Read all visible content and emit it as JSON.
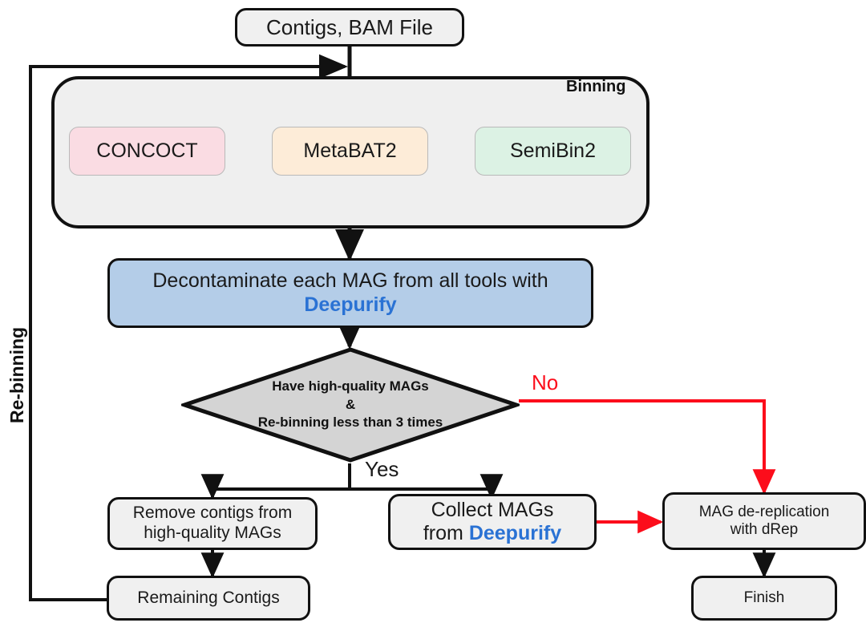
{
  "diagram": {
    "title": "Re-binning pipeline flowchart",
    "colors": {
      "node_fill": "#f0f0f0",
      "node_stroke": "#111111",
      "group_fill": "#efefef",
      "concoct_fill": "#fadce3",
      "metabat_fill": "#fdecd8",
      "semibin_fill": "#dcf2e4",
      "decontaminate_fill": "#b4cde8",
      "decision_fill": "#d4d4d4",
      "accent_blue": "#2a72d4",
      "accent_red": "#fc0d1b"
    },
    "nodes": {
      "input": {
        "label": "Contigs, BAM File"
      },
      "binning_group": {
        "label": "Binning"
      },
      "concoct": {
        "label": "CONCOCT"
      },
      "metabat2": {
        "label": "MetaBAT2"
      },
      "semibin2": {
        "label": "SemiBin2"
      },
      "decontaminate": {
        "line1": "Decontaminate each MAG from all tools with",
        "line2": "Deepurify"
      },
      "decision": {
        "line1": "Have high-quality MAGs",
        "line2": "&",
        "line3": "Re-binning less than 3 times"
      },
      "remove_contigs": {
        "line1": "Remove contigs from",
        "line2": "high-quality MAGs"
      },
      "collect_mags": {
        "line1": "Collect MAGs",
        "line2_prefix": "from ",
        "line2_accent": "Deepurify"
      },
      "dereplication": {
        "line1": "MAG de-replication",
        "line2": "with dRep"
      },
      "remaining_contigs": {
        "label": "Remaining Contigs"
      },
      "finish": {
        "label": "Finish"
      }
    },
    "edge_labels": {
      "no": "No",
      "yes": "Yes",
      "rebinning": "Re-binning"
    }
  }
}
